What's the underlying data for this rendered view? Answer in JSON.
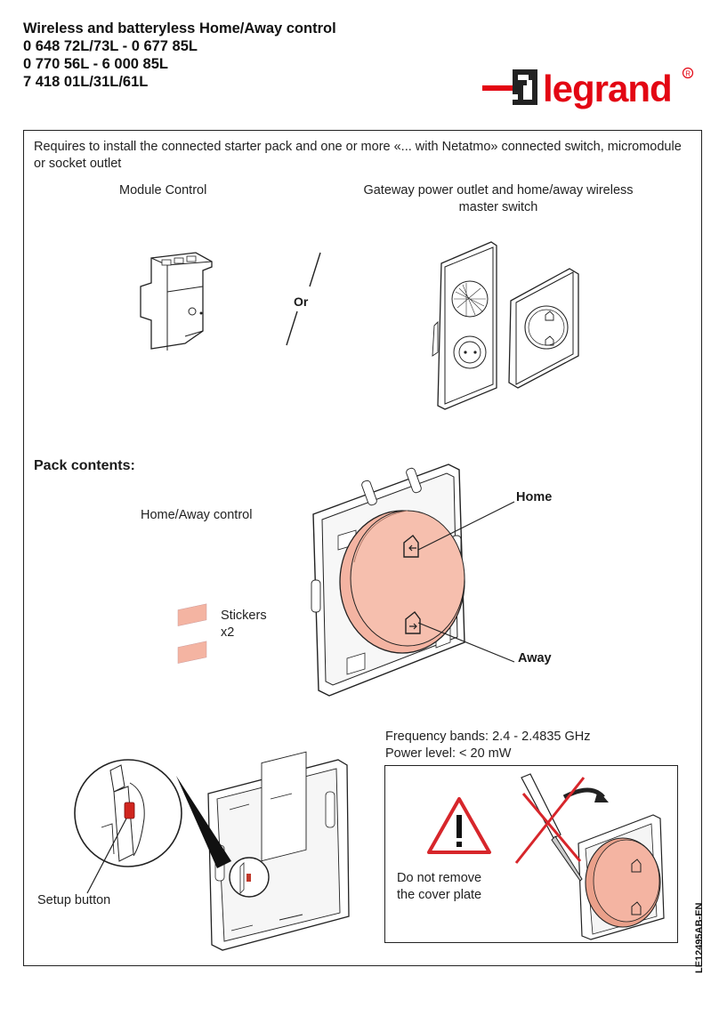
{
  "header": {
    "title_lines": [
      "Wireless and batteryless Home/Away control",
      "0 648 72L/73L - 0 677 85L",
      "0 770 56L - 6 000 85L",
      "7 418 01L/31L/61L"
    ],
    "brand": "legrand"
  },
  "intro": {
    "line1": "Requires to install the connected starter pack and one or more «... with Netatmo» connected switch, micromodule",
    "line2": "or socket outlet"
  },
  "options": {
    "module_label": "Module Control",
    "or_label": "Or",
    "gateway_line1": "Gateway power outlet and home/away wireless",
    "gateway_line2": "master switch"
  },
  "pack": {
    "heading": "Pack contents:",
    "control_label": "Home/Away control",
    "home_label": "Home",
    "away_label": "Away",
    "stickers_label": "Stickers",
    "stickers_count": "x2"
  },
  "specs": {
    "frequency": "Frequency bands: 2.4 - 2.4835 GHz",
    "power": "Power level: < 20 mW"
  },
  "warning": {
    "line1": "Do not remove",
    "line2": "the cover plate"
  },
  "setup": {
    "label": "Setup button"
  },
  "doc_ref": "LE12495AB-EN",
  "colors": {
    "brand_red": "#e30613",
    "salmon": "#f4b4a2",
    "warning_red": "#d7262b"
  }
}
